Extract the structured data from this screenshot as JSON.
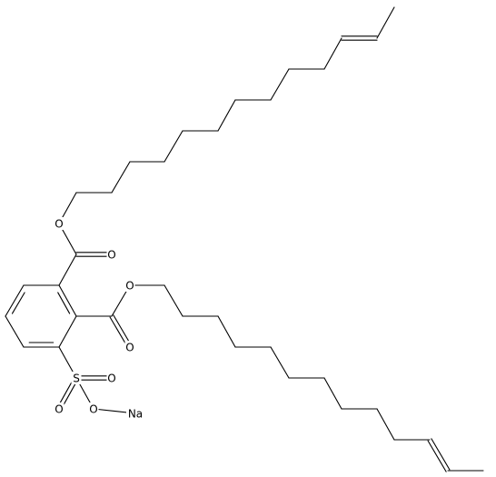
{
  "molecule": {
    "atoms": {
      "O_ester1": "O",
      "O_carbonyl1": "O",
      "O_ester2": "O",
      "O_carbonyl2": "O",
      "S": "S",
      "O_sulfonyl1": "O",
      "O_sulfonyl2": "O",
      "O_sulfonate": "O",
      "Na": "Na"
    }
  },
  "colors": {
    "bond": "#000000",
    "background": "#ffffff"
  }
}
